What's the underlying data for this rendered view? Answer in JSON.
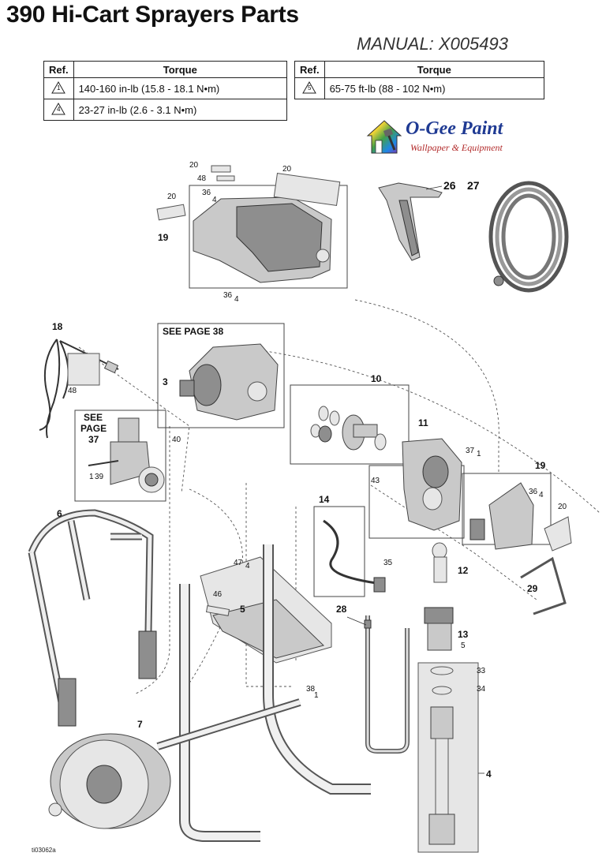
{
  "header": {
    "title": "390 Hi-Cart Sprayers Parts",
    "manual": "MANUAL: X005493"
  },
  "torque_tables": [
    {
      "col_ref": "Ref.",
      "col_torque": "Torque",
      "rows": [
        {
          "ref": "1",
          "torque": "140-160 in-lb (15.8 - 18.1 N•m)"
        },
        {
          "ref": "4",
          "torque": "23-27 in-lb (2.6 - 3.1 N•m)"
        }
      ]
    },
    {
      "col_ref": "Ref.",
      "col_torque": "Torque",
      "rows": [
        {
          "ref": "5",
          "torque": "65-75 ft-lb (88 - 102 N•m)"
        }
      ]
    }
  ],
  "logo": {
    "name": "O-Gee Paint",
    "tagline": "Wallpaper & Equipment",
    "icon": "paint-house-icon"
  },
  "diagram": {
    "callouts": {
      "p3": "3",
      "p4": "4",
      "p5": "5",
      "p6": "6",
      "p7": "7",
      "p10": "10",
      "p11": "11",
      "p12": "12",
      "p13": "13",
      "p14": "14",
      "p18": "18",
      "p19a": "19",
      "p19b": "19",
      "p20a": "20",
      "p20b": "20",
      "p20c": "20",
      "p20d": "20",
      "p26": "26",
      "p27": "27",
      "p28": "28",
      "p29": "29",
      "p33": "33",
      "p34": "34",
      "p35": "35",
      "p36a": "36",
      "p36b": "36",
      "p36c": "36",
      "p37": "37",
      "p38": "38",
      "p39": "39",
      "p40": "40",
      "p43": "43",
      "p46": "46",
      "p47": "47",
      "p48a": "48",
      "p48b": "48"
    },
    "torque_marks": {
      "t36a": "4",
      "t36b": "4",
      "t36c": "4",
      "t37": "1",
      "t39": "1",
      "t47": "4",
      "t38": "1",
      "t13": "5"
    },
    "see_page_38": "SEE PAGE 38",
    "see_page_37_line1": "SEE",
    "see_page_37_line2": "PAGE",
    "see_page_37_line3": "37",
    "figure_id": "ti03062a"
  }
}
